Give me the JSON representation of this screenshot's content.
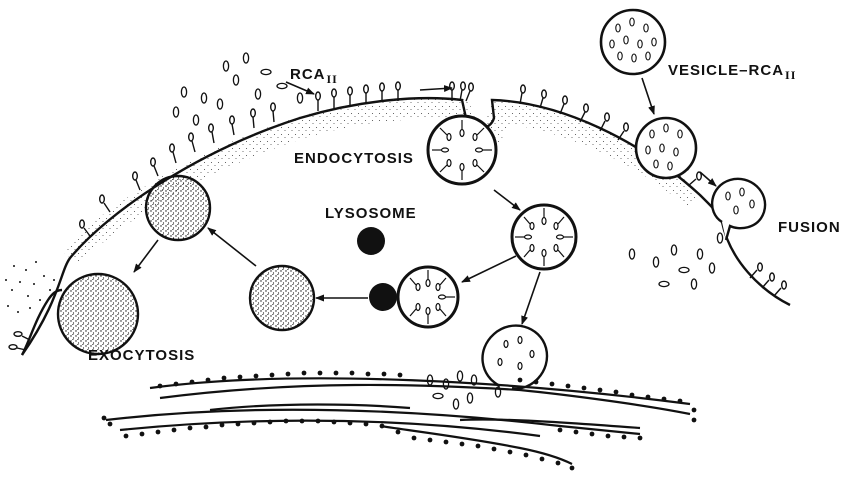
{
  "labels": {
    "rca": "RCA",
    "rca_subscript": "II",
    "vesicle_rca": "VESICLE–RCA",
    "vesicle_subscript": "II",
    "endocytosis": "ENDOCYTOSIS",
    "lysosome": "LYSOSOME",
    "fusion": "FUSION",
    "exocytosis": "EXOCYTOSIS"
  },
  "colors": {
    "ink": "#111111",
    "background": "#ffffff"
  }
}
